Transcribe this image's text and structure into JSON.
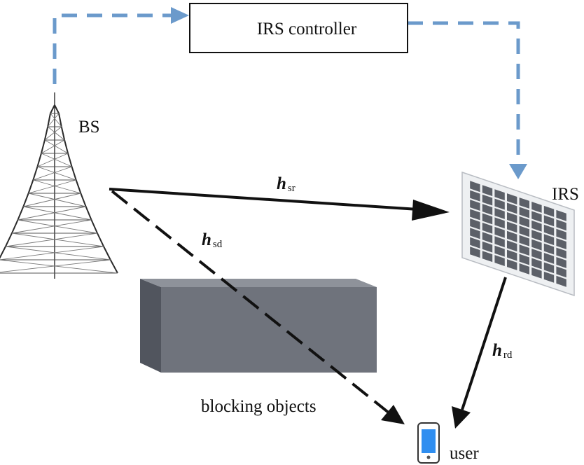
{
  "controller": {
    "label": "IRS controller"
  },
  "bs": {
    "label": "BS"
  },
  "irs": {
    "label": "IRS"
  },
  "user": {
    "label": "user"
  },
  "obstacle": {
    "label": "blocking objects"
  },
  "channels": {
    "hsr": {
      "symbol": "h",
      "subscript": "sr"
    },
    "hsd": {
      "symbol": "h",
      "subscript": "sd"
    },
    "hrd": {
      "symbol": "h",
      "subscript": "rd"
    }
  },
  "colors": {
    "control_link": "#6b9acb",
    "channel": "#111111",
    "block_front": "#6f737c",
    "block_side": "#51555e",
    "block_top": "#8e929a",
    "irs_cell": "#5c6068",
    "irs_frame": "#eef0f2",
    "phone_screen": "#2f8ef0"
  },
  "icons": {
    "bs": "tower-icon",
    "irs": "irs-panel-icon",
    "user": "smartphone-icon"
  }
}
